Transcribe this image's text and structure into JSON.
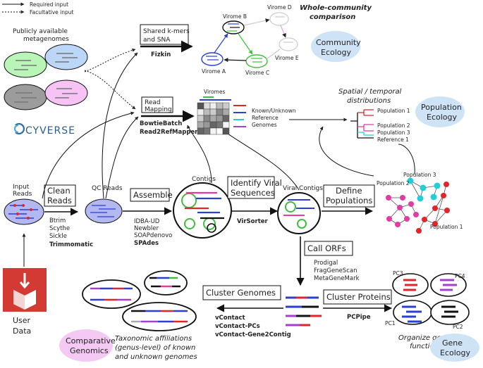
{
  "legend": {
    "required": "Required input",
    "facultative": "Facultative input"
  },
  "inputs": {
    "public_metagenomes": [
      "Publicly available",
      "metagenomes"
    ],
    "cyverse": "CYVERSE",
    "user_data": [
      "User",
      "Data"
    ],
    "input_reads": [
      "Input",
      "Reads"
    ]
  },
  "steps": {
    "clean_reads": [
      "Clean",
      "Reads"
    ],
    "qc_reads": "QC Reads",
    "assemble": "Assemble",
    "contigs": "Contigs",
    "identify_viral": [
      "Identify Viral",
      "Sequences"
    ],
    "viral_contigs": "Viral Contigs",
    "define_populations": [
      "Define",
      "Populations"
    ],
    "call_orfs": "Call ORFs",
    "cluster_proteins": "Cluster Proteins",
    "cluster_genomes": "Cluster Genomes",
    "shared_kmers": [
      "Shared k-mers",
      "and SNA"
    ],
    "read_mapping": [
      "Read",
      "Mapping"
    ]
  },
  "tools": {
    "clean": [
      "Btrim",
      "Scythe",
      "Sickle"
    ],
    "clean_bold": "Trimmomatic",
    "assemble": [
      "IDBA-UD",
      "Newbler",
      "SOAPdenovo"
    ],
    "assemble_bold": "SPAdes",
    "virsorter": "VirSorter",
    "fizkin": "Fizkin",
    "mapping": [
      "BowtieBatch",
      "Read2RefMapper"
    ],
    "orfs": [
      "Prodigal",
      "FragGeneScan",
      "MetaGeneMark"
    ],
    "pcpipe": "PCPipe",
    "vcontact": [
      "vContact",
      "vContact-PCs",
      "vContact-Gene2Contig"
    ]
  },
  "viromes": {
    "title": "Viromes",
    "a": "Virome A",
    "b": "Virome B",
    "c": "Virome C",
    "d": "Virome D",
    "e": "Virome E",
    "known_unknown": [
      "Known/Unknown",
      "Reference",
      "Genomes"
    ]
  },
  "populations": {
    "p1": "Population 1",
    "p2": "Population 2",
    "p3": "Population 3",
    "ref1": "Reference 1"
  },
  "pcs": {
    "pc1": "PC1",
    "pc2": "PC2",
    "pc3": "PC3",
    "pc4": "PC4"
  },
  "annotations": {
    "whole_community": [
      "Whole-community",
      "comparison"
    ],
    "spatial": [
      "Spatial / temporal",
      "distributions"
    ],
    "organize": [
      "Organize gene",
      "functions"
    ],
    "taxonomic": [
      "Taxonomic affiliations",
      "(genus-level) of known",
      "and unknown genomes"
    ]
  },
  "ecology": {
    "community": [
      "Community",
      "Ecology"
    ],
    "population": [
      "Population",
      "Ecology"
    ],
    "gene": [
      "Gene",
      "Ecology"
    ],
    "comparative": [
      "Comparative",
      "Genomics"
    ]
  },
  "colors": {
    "blue": "#2a3fd6",
    "red": "#e0262b",
    "green": "#3fbf3f",
    "magenta": "#e33aa3",
    "purple": "#a43fd0",
    "cyan": "#22cfd6",
    "ellipse_blue": "#b3b8f0",
    "bubble_blue": "#cfe3f7",
    "bubble_pink": "#f4c9f3"
  }
}
